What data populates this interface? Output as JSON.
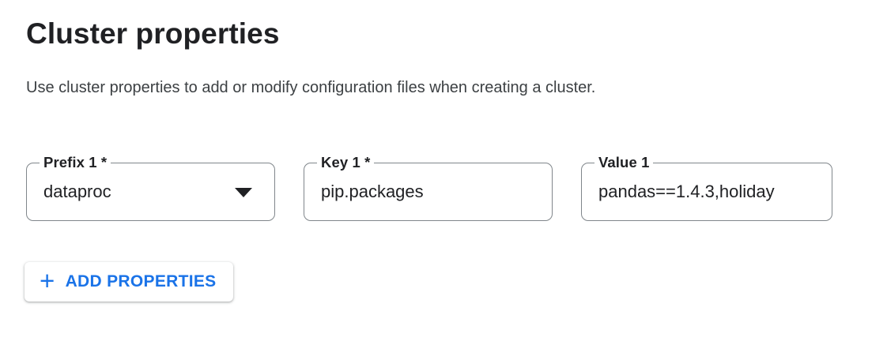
{
  "page": {
    "title": "Cluster properties",
    "description": "Use cluster properties to add or modify configuration files when creating a cluster."
  },
  "fields": {
    "prefix": {
      "label": "Prefix 1 *",
      "value": "dataproc",
      "type": "select",
      "icon": "arrow-drop-down-icon",
      "required": true
    },
    "key": {
      "label": "Key 1 *",
      "value": "pip.packages",
      "type": "text",
      "required": true
    },
    "value": {
      "label": "Value 1",
      "value": "pandas==1.4.3,holiday",
      "type": "text",
      "required": false
    }
  },
  "buttons": {
    "add_properties": {
      "label": "ADD PROPERTIES",
      "icon": "plus-icon",
      "plus_glyph": "+"
    }
  },
  "colors": {
    "accent_blue": "#1a73e8",
    "text_primary": "#202124",
    "text_secondary": "#3c4043",
    "field_border": "#80868b",
    "background": "#ffffff"
  }
}
